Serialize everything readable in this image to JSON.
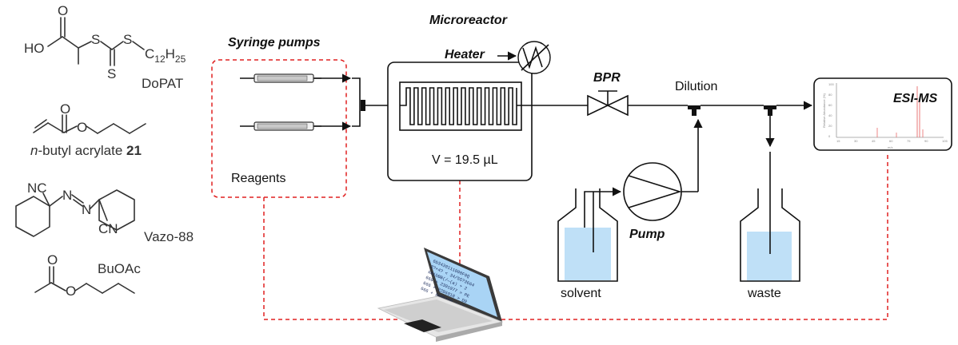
{
  "chemicals": {
    "dopat": {
      "name": "DoPAT",
      "atoms": {
        "ho": "HO",
        "o": "O",
        "s1": "S",
        "s2": "S",
        "s3": "S",
        "c": "C",
        "c_sub": "12",
        "h": "H",
        "h_sub": "25"
      }
    },
    "butyl_acrylate": {
      "name_prefix": "n",
      "name_rest": "-butyl acrylate ",
      "number": "21",
      "atoms": {
        "o1": "O",
        "o2": "O"
      }
    },
    "vazo": {
      "name": "Vazo-88",
      "atoms": {
        "nc": "NC",
        "n1": "N",
        "n2": "N",
        "cn": "CN"
      }
    },
    "buoac": {
      "name": "BuOAc",
      "atoms": {
        "o1": "O",
        "o2": "O"
      }
    }
  },
  "labels": {
    "syringe_pumps": "Syringe pumps",
    "reagents": "Reagents",
    "microreactor": "Microreactor",
    "heater": "Heater",
    "volume": "V = 19.5 µL",
    "bpr": "BPR",
    "dilution": "Dilution",
    "pump": "Pump",
    "solvent": "solvent",
    "waste": "waste",
    "esi_ms": "ESI-MS"
  },
  "spectrum": {
    "y_label": "Relative Abundance (%)",
    "x_label": "m/z",
    "y_ticks": [
      "100",
      "80",
      "60",
      "40",
      "20",
      "0"
    ],
    "x_ticks": [
      "15",
      "30",
      "45",
      "60",
      "75",
      "90",
      "105"
    ]
  },
  "laptop_screen_lines": [
    "6b3430111000F0Q",
    "3?+4? < 34/55?3664",
    "kmibBB(/—(a) + 2",
    "666 + 2301977 > PE",
    "666 + 2286018 > D0",
    "666 + 0405198 > LN"
  ],
  "colors": {
    "dashed_link": "#e02020",
    "liquid": "#bfe0f7",
    "screen": "#a9d4f5",
    "spectrum_peak": "#e86a6a"
  }
}
